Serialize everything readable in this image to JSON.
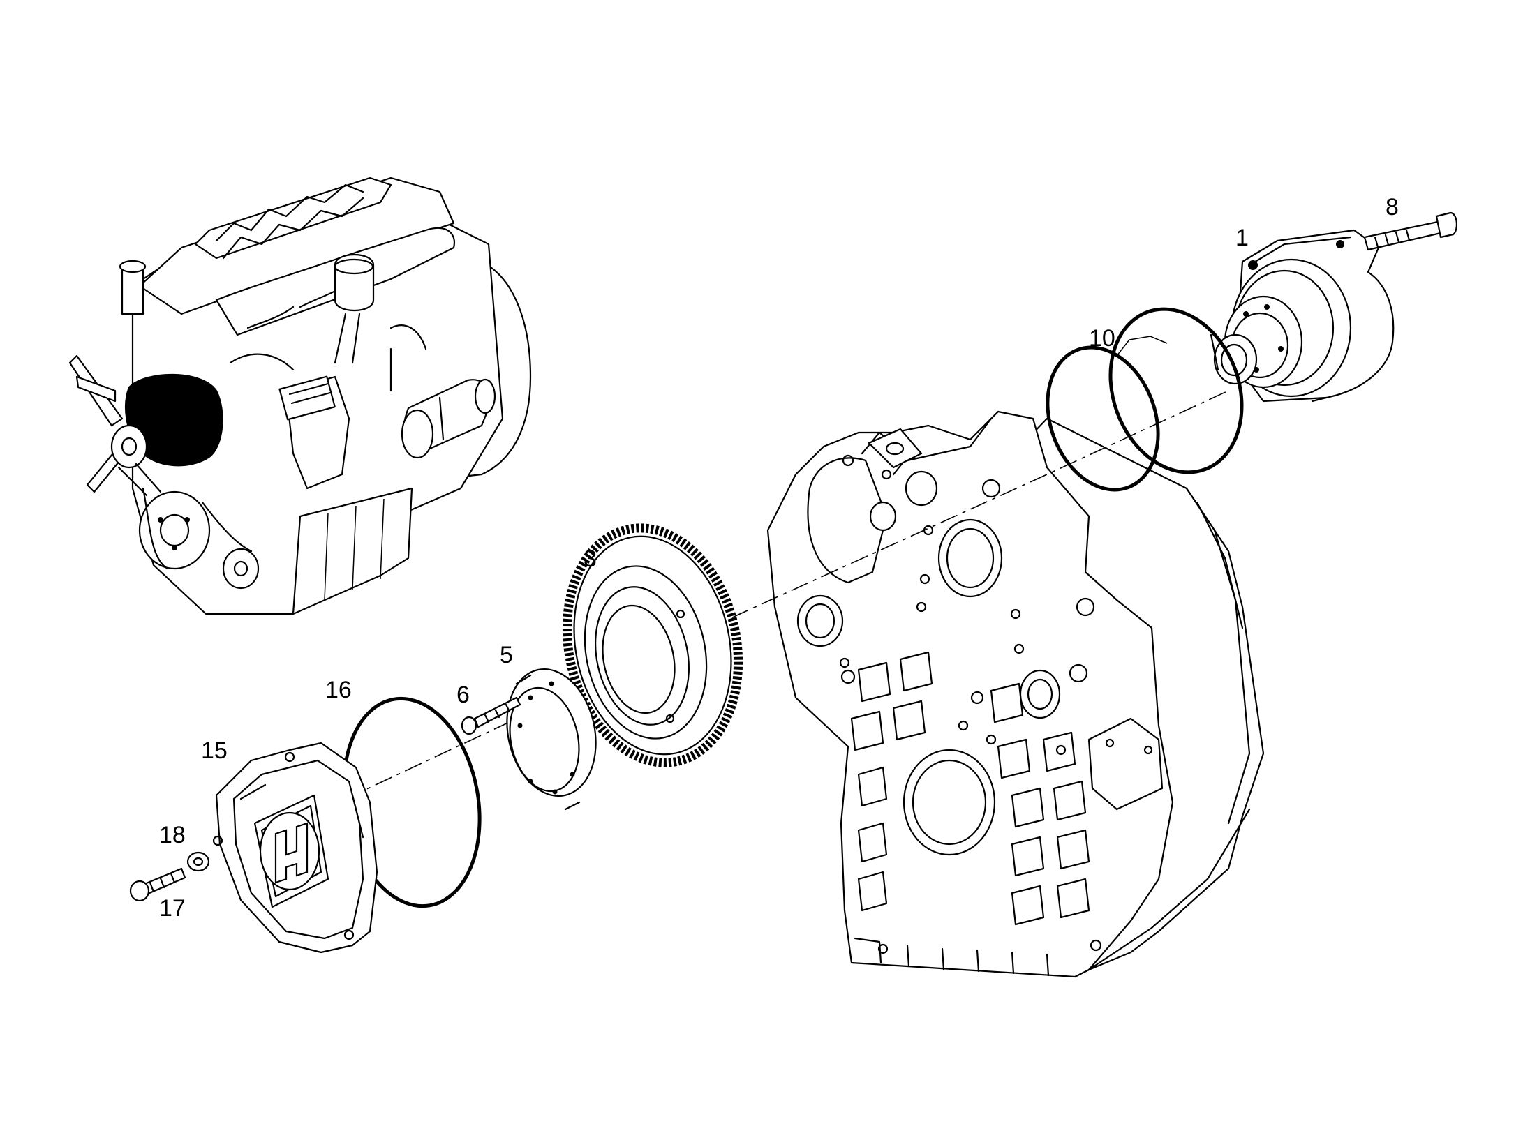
{
  "callouts": {
    "p1": "1",
    "p3": "3",
    "p5": "5",
    "p6": "6",
    "p8": "8",
    "p10": "10",
    "p15": "15",
    "p16": "16",
    "p17": "17",
    "p18": "18"
  },
  "colors": {
    "ink": "#000000",
    "paper": "#ffffff"
  }
}
